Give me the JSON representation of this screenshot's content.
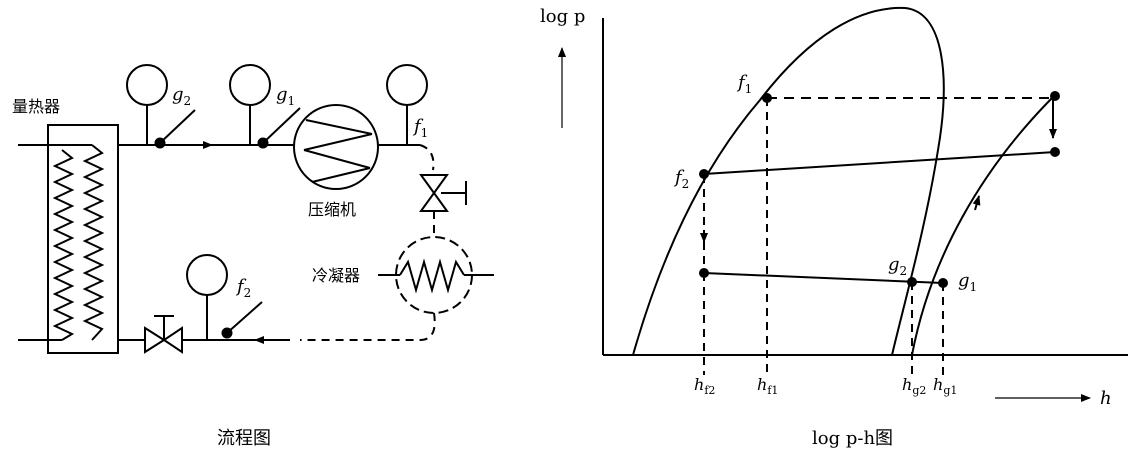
{
  "flow": {
    "caption": "流程图",
    "calorimeter": "量热器",
    "compressor": "压缩机",
    "condenser": "冷凝器",
    "g2": "g",
    "g2_sub": "2",
    "g1": "g",
    "g1_sub": "1",
    "f1": "f",
    "f1_sub": "1",
    "f2": "f",
    "f2_sub": "2"
  },
  "chart": {
    "caption": "log p-h图",
    "y_axis": "log p",
    "x_axis": "h",
    "f1": "f",
    "f1_sub": "1",
    "f2": "f",
    "f2_sub": "2",
    "g1": "g",
    "g1_sub": "1",
    "g2": "g",
    "g2_sub": "2",
    "h_f2": "h",
    "h_f2_sub": "f2",
    "h_f1": "h",
    "h_f1_sub": "f1",
    "h_g2": "h",
    "h_g2_sub": "g2",
    "h_g1": "h",
    "h_g1_sub": "g1"
  }
}
